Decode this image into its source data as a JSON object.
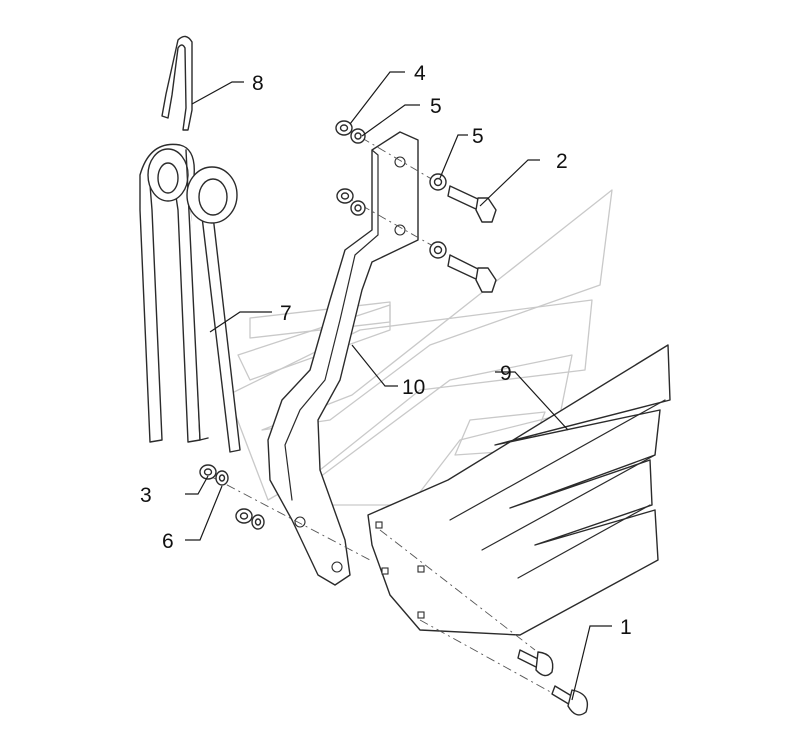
{
  "callouts": {
    "c1": "1",
    "c2": "2",
    "c3": "3",
    "c4": "4",
    "c5a": "5",
    "c5b": "5",
    "c6": "6",
    "c7": "7",
    "c8": "8",
    "c9": "9",
    "c10": "10"
  },
  "colors": {
    "line": "#2b2b2b",
    "watermark": "#c9c9c9",
    "background": "#ffffff"
  }
}
